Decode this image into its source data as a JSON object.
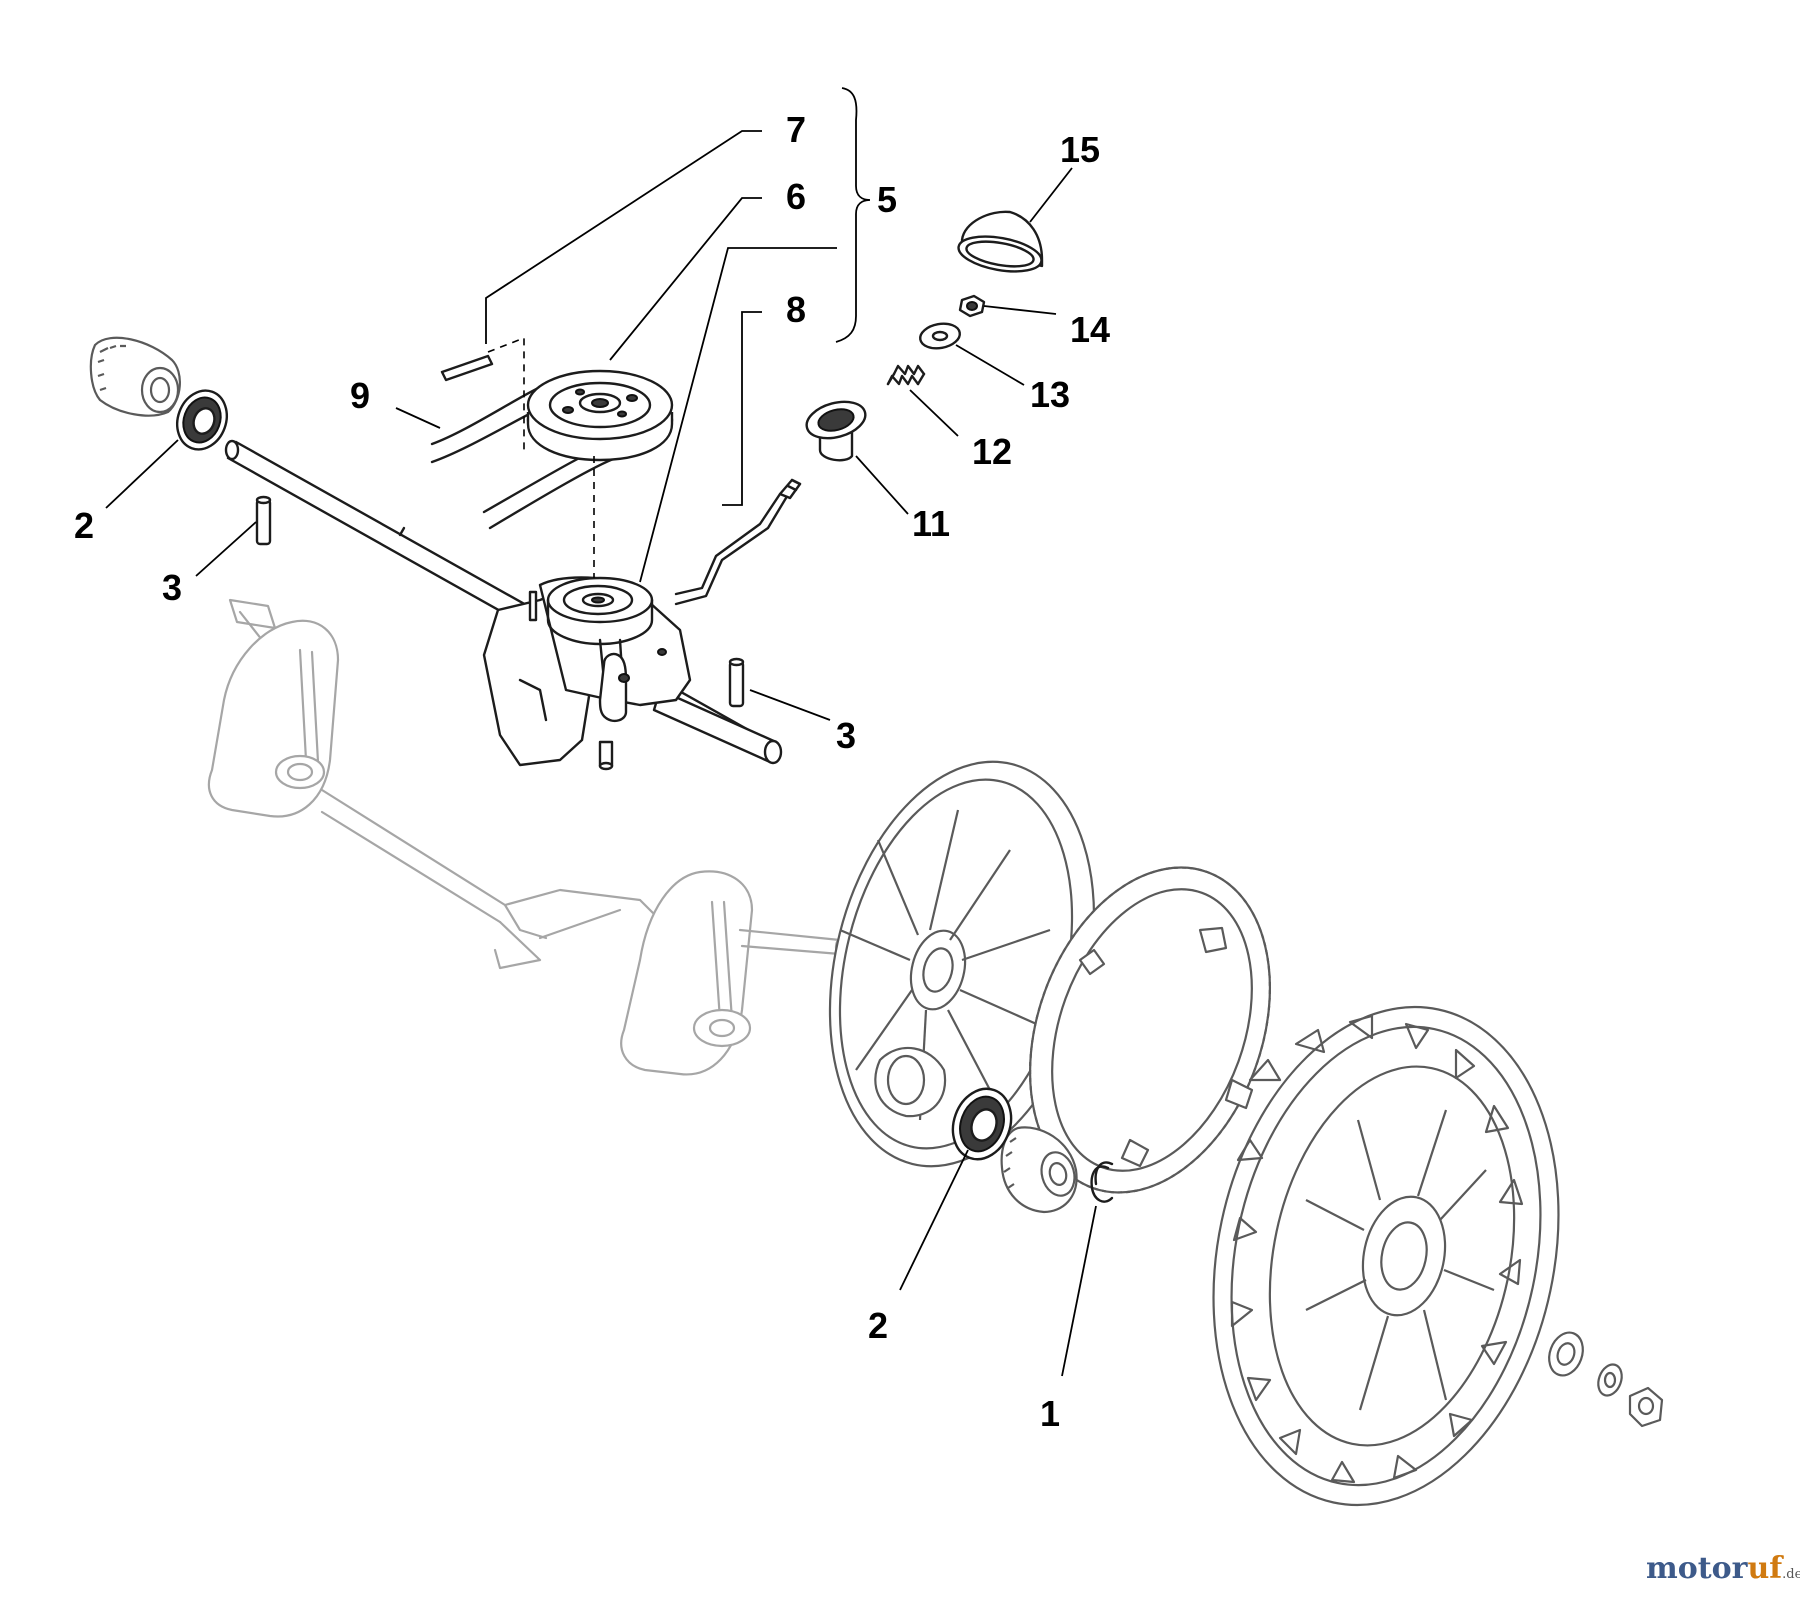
{
  "diagram": {
    "callouts": {
      "c1": "1",
      "c2a": "2",
      "c2b": "2",
      "c3a": "3",
      "c3b": "3",
      "c5": "5",
      "c6": "6",
      "c7": "7",
      "c8": "8",
      "c9": "9",
      "c11": "11",
      "c12": "12",
      "c13": "13",
      "c14": "14",
      "c15": "15"
    }
  },
  "watermark": {
    "part_a": "motor",
    "part_b": "uf",
    "suffix": ".de"
  },
  "colors": {
    "line": "#1c1c1c",
    "ghost": "#a6a6a6",
    "brand_blue": "#3d5a8a",
    "brand_orange": "#d07a10"
  }
}
